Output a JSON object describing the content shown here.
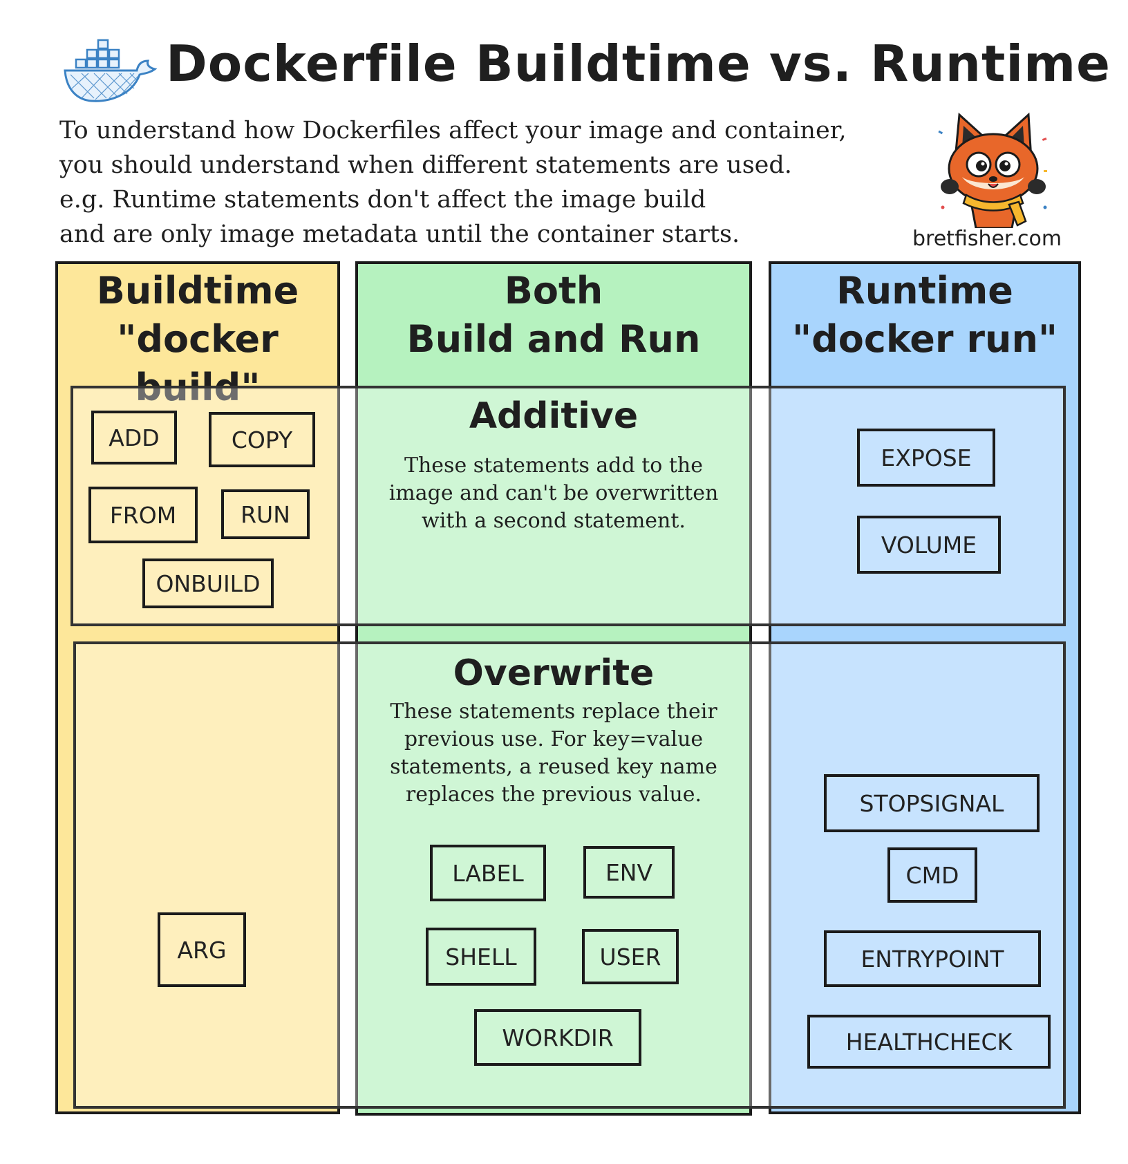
{
  "header": {
    "title": "Dockerfile Buildtime vs. Runtime",
    "intro_lines": [
      "To understand how Dockerfiles affect your image and container,",
      "you should understand when different statements are used.",
      "e.g. Runtime statements don't affect the image build",
      "and are only image metadata until the container starts."
    ],
    "site": "bretfisher.com"
  },
  "columns": {
    "buildtime": {
      "line1": "Buildtime",
      "line2": "\"docker build\"",
      "color": "#fde79a"
    },
    "both": {
      "line1": "Both",
      "line2": "Build and Run",
      "color": "#b6f2bf"
    },
    "runtime": {
      "line1": "Runtime",
      "line2": "\"docker run\"",
      "color": "#a9d5fd"
    }
  },
  "bands": {
    "additive": {
      "title": "Additive",
      "desc_lines": [
        "These statements add to the",
        "image and can't be overwritten",
        "with a second statement."
      ]
    },
    "overwrite": {
      "title": "Overwrite",
      "desc_lines": [
        "These statements replace their",
        "previous use. For key=value",
        "statements, a reused key name",
        "replaces the previous value."
      ]
    }
  },
  "statements": {
    "add": "ADD",
    "copy": "COPY",
    "from": "FROM",
    "run": "RUN",
    "onbuild": "ONBUILD",
    "expose": "EXPOSE",
    "volume": "VOLUME",
    "arg": "ARG",
    "label": "LABEL",
    "env": "ENV",
    "shell": "SHELL",
    "user": "USER",
    "workdir": "WORKDIR",
    "stopsignal": "STOPSIGNAL",
    "cmd": "CMD",
    "entrypoint": "ENTRYPOINT",
    "healthcheck": "HEALTHCHECK"
  },
  "icons": {
    "logo": "docker-whale-icon",
    "mascot": "fox-mascot-icon"
  }
}
